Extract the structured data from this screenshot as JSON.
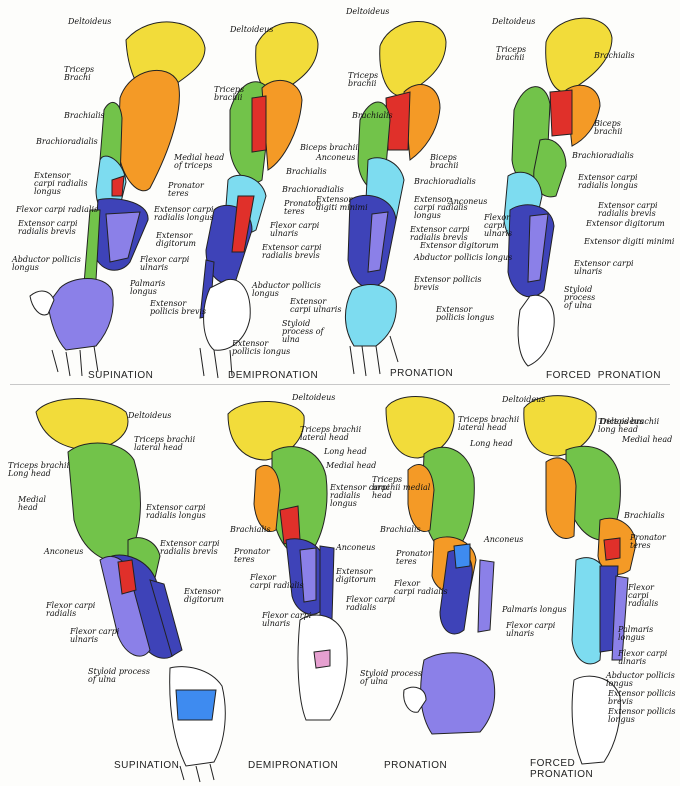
{
  "colors": {
    "deltoid": "#f2dc3a",
    "triceps": "#f49a26",
    "biceps": "#f49a26",
    "brachialis": "#e0302a",
    "brachioradialis": "#72c34a",
    "extensors": "#7ddcf0",
    "flexors": "#3e43b8",
    "palmaris": "#8b80e8",
    "hand": "#ffffff",
    "outline": "#222222"
  },
  "top_row": {
    "captions": [
      "SUPINATION",
      "DEMIPRONATION",
      "PRONATION",
      "FORCED  PRONATION"
    ],
    "fig1": [
      "Deltoideus",
      "Triceps\nBrachi",
      "Brachialis",
      "Brachioradialis",
      "Extensor\ncarpi radialis\nlongus",
      "Flexor carpi radialis",
      "Extensor carpi\nradialis brevis",
      "Abductor pollicis\nlongus",
      "Medial head\nof triceps",
      "Pronator\nteres",
      "Extensor\ndigitorum",
      "Flexor carpi\nulnaris",
      "Palmaris\nlongus",
      "Extensor\npollicis brevis"
    ],
    "fig2": [
      "Deltoideus",
      "Triceps\nbrachii",
      "Biceps brachii",
      "Brachialis",
      "Brachioradialis",
      "Anconeus",
      "Pronator\nteres",
      "Extensor carpi\nradialis longus",
      "Extensor\ndigiti minimi",
      "Flexor carpi\nulnaris",
      "Extensor carpi\nradialis brevis",
      "Abductor pollicis\nlongus",
      "Extensor\ncarpi ulnaris",
      "Styloid\nprocess of\nulna",
      "Extensor\npollicis longus"
    ],
    "fig3": [
      "Deltoideus",
      "Triceps\nbrachii",
      "Brachialis",
      "Biceps\nbrachii",
      "Brachioradialis",
      "Extensor\ncarpi radialis\nlongus",
      "Extensor carpi\nradialis brevis",
      "Extensor digitorum",
      "Abductor pollicis longus",
      "Extensor pollicis\nbrevis",
      "Extensor\npollicis longus"
    ],
    "fig4": [
      "Deltoideus",
      "Triceps\nbrachii",
      "Brachialis",
      "Biceps\nbrachii",
      "Brachioradialis",
      "Extensor carpi\nradialis longus",
      "Anconeus",
      "Extensor carpi\nradialis brevis",
      "Flexor\ncarpi\nulnaris",
      "Extensor digitorum",
      "Extensor digiti minimi",
      "Extensor carpi\nulnaris",
      "Styloid\nprocess\nof ulna"
    ]
  },
  "bottom_row": {
    "captions": [
      "SUPINATION",
      "DEMIPRONATION",
      "PRONATION",
      "FORCED\nPRONATION"
    ],
    "fig5": [
      "Deltoideus",
      "Triceps brachii\nlateral head",
      "Triceps brachii\nLong head",
      "Medial\nhead",
      "Extensor carpi\nradialis longus",
      "Extensor carpi\nradialis brevis",
      "Anconeus",
      "Extensor\ndigitorum",
      "Flexor carpi\nradialis",
      "Flexor carpi\nulnaris",
      "Styloid process\nof ulna"
    ],
    "fig6": [
      "Deltoideus",
      "Triceps brachii\nlateral head",
      "Long head",
      "Medial head",
      "Extensor carpi\nradialis\nlongus",
      "Brachialis",
      "Anconeus",
      "Pronator\nteres",
      "Flexor\ncarpi radialis",
      "Extensor\ndigitorum",
      "Flexor carpi\nulnaris",
      "Flexor carpi\nradialis",
      "Styloid process\nof ulna"
    ],
    "fig7": [
      "Deltoideus",
      "Triceps brachii\nlateral head",
      "Long head",
      "Triceps\nbrachii medial\nhead",
      "Brachialis",
      "Anconeus",
      "Pronator\nteres",
      "Flexor\ncarpi radialis",
      "Palmaris longus",
      "Flexor carpi\nulnaris"
    ],
    "fig8": [
      "Deltoideus",
      "Triceps brachii\nlong head",
      "Medial head",
      "Brachialis",
      "Pronator\nteres",
      "Flexor\ncarpi\nradialis",
      "Palmaris\nlongus",
      "Flexor carpi\nulnaris",
      "Abductor pollicis\nlongus",
      "Extensor pollicis\nbrevis",
      "Extensor pollicis\nlongus"
    ]
  }
}
